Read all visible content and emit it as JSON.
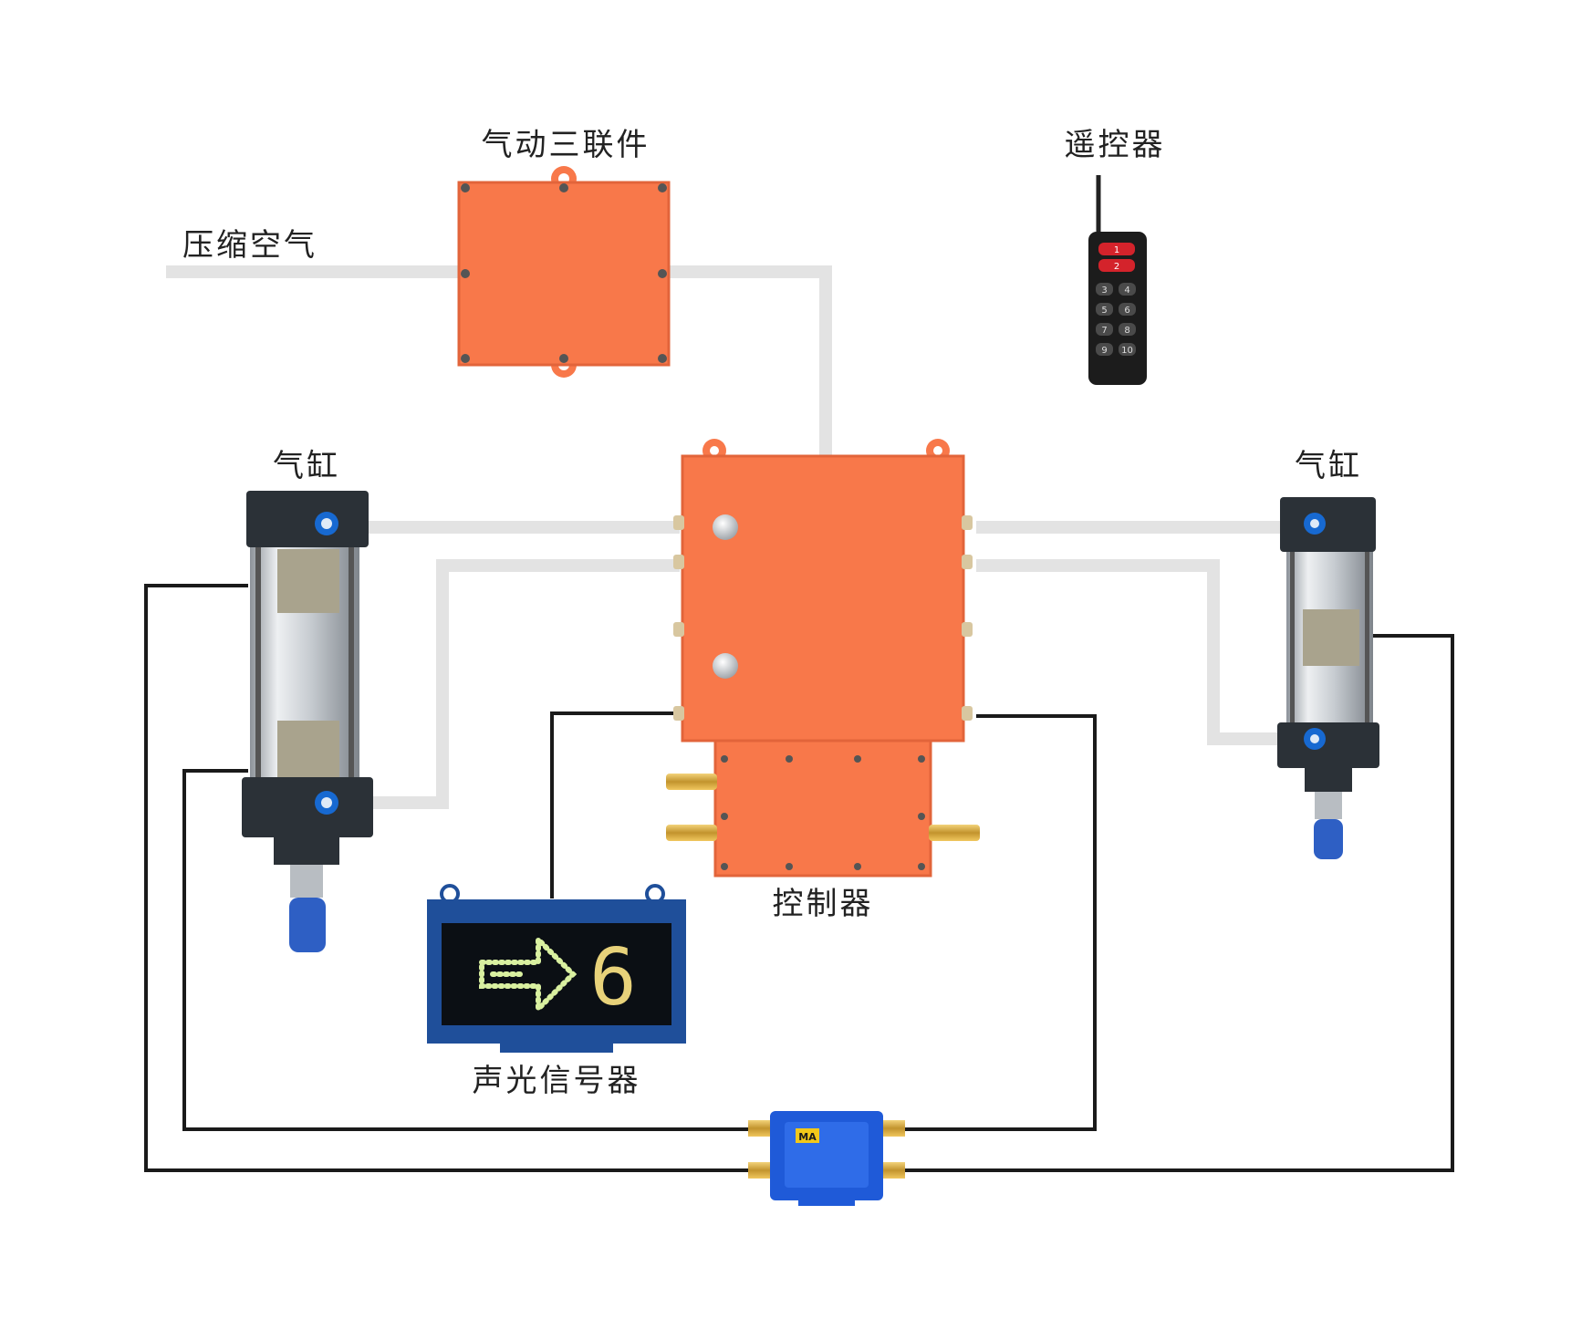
{
  "labels": {
    "air_source": "压缩空气",
    "frl_unit": "气动三联件",
    "remote": "遥控器",
    "cylinder_left": "气缸",
    "cylinder_right": "气缸",
    "controller": "控制器",
    "signal": "声光信号器"
  },
  "remote_keys": [
    "1",
    "2",
    "3",
    "4",
    "5",
    "6",
    "7",
    "8",
    "9",
    "10"
  ],
  "signal_display": {
    "digit": "6",
    "led_color": "#d9f0a0"
  },
  "junction_box": {
    "badge": "MA"
  },
  "colors": {
    "enclosure": "#f8784a",
    "pipe": "#e3e3e3",
    "wire": "#1a1a1a",
    "junction": "#1f5ad8",
    "signal_frame": "#1f4f9a"
  }
}
